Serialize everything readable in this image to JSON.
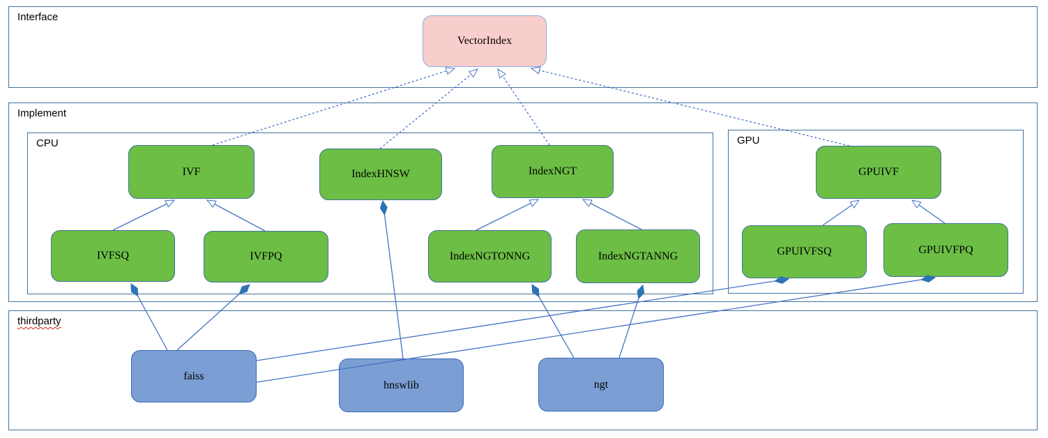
{
  "diagram": {
    "containers": {
      "interface": {
        "label": "Interface"
      },
      "implement": {
        "label": "Implement"
      },
      "cpu": {
        "label": "CPU"
      },
      "gpu": {
        "label": "GPU"
      },
      "thirdparty": {
        "label": "thirdparty"
      }
    },
    "nodes": {
      "vectorindex": {
        "label": "VectorIndex",
        "kind": "interface",
        "container": "interface"
      },
      "ivf": {
        "label": "IVF",
        "kind": "implementation",
        "container": "cpu"
      },
      "indexhnsw": {
        "label": "IndexHNSW",
        "kind": "implementation",
        "container": "cpu"
      },
      "indexngt": {
        "label": "IndexNGT",
        "kind": "implementation",
        "container": "cpu"
      },
      "ivfsq": {
        "label": "IVFSQ",
        "kind": "implementation",
        "container": "cpu"
      },
      "ivfpq": {
        "label": "IVFPQ",
        "kind": "implementation",
        "container": "cpu"
      },
      "indexngtonng": {
        "label": "IndexNGTONNG",
        "kind": "implementation",
        "container": "cpu"
      },
      "indexngtanng": {
        "label": "IndexNGTANNG",
        "kind": "implementation",
        "container": "cpu"
      },
      "gpuivf": {
        "label": "GPUIVF",
        "kind": "implementation",
        "container": "gpu"
      },
      "gpuivfsq": {
        "label": "GPUIVFSQ",
        "kind": "implementation",
        "container": "gpu"
      },
      "gpuivfpq": {
        "label": "GPUIVFPQ",
        "kind": "implementation",
        "container": "gpu"
      },
      "faiss": {
        "label": "faiss",
        "kind": "thirdparty",
        "container": "thirdparty"
      },
      "hnswlib": {
        "label": "hnswlib",
        "kind": "thirdparty",
        "container": "thirdparty"
      },
      "ngt": {
        "label": "ngt",
        "kind": "thirdparty",
        "container": "thirdparty"
      }
    },
    "edges": [
      {
        "from": "IVF",
        "to": "VectorIndex",
        "relation": "realization-dashed-hollow-arrow"
      },
      {
        "from": "IndexHNSW",
        "to": "VectorIndex",
        "relation": "realization-dashed-hollow-arrow"
      },
      {
        "from": "IndexNGT",
        "to": "VectorIndex",
        "relation": "realization-dashed-hollow-arrow"
      },
      {
        "from": "GPUIVF",
        "to": "VectorIndex",
        "relation": "realization-dashed-hollow-arrow"
      },
      {
        "from": "IVFSQ",
        "to": "IVF",
        "relation": "generalization-hollow-arrow"
      },
      {
        "from": "IVFPQ",
        "to": "IVF",
        "relation": "generalization-hollow-arrow"
      },
      {
        "from": "IndexNGTONNG",
        "to": "IndexNGT",
        "relation": "generalization-hollow-arrow"
      },
      {
        "from": "IndexNGTANNG",
        "to": "IndexNGT",
        "relation": "generalization-hollow-arrow"
      },
      {
        "from": "GPUIVFSQ",
        "to": "GPUIVF",
        "relation": "generalization-hollow-arrow"
      },
      {
        "from": "GPUIVFPQ",
        "to": "GPUIVF",
        "relation": "generalization-hollow-arrow"
      },
      {
        "from": "faiss",
        "to": "IVFSQ",
        "relation": "composition-filled-diamond"
      },
      {
        "from": "faiss",
        "to": "IVFPQ",
        "relation": "composition-filled-diamond"
      },
      {
        "from": "faiss",
        "to": "GPUIVFSQ",
        "relation": "composition-filled-diamond"
      },
      {
        "from": "faiss",
        "to": "GPUIVFPQ",
        "relation": "composition-filled-diamond"
      },
      {
        "from": "hnswlib",
        "to": "IndexHNSW",
        "relation": "composition-filled-diamond"
      },
      {
        "from": "ngt",
        "to": "IndexNGTONNG",
        "relation": "composition-filled-diamond"
      },
      {
        "from": "ngt",
        "to": "IndexNGTANNG",
        "relation": "composition-filled-diamond"
      }
    ],
    "colors": {
      "lineColor": "#4472c4",
      "containerBorder": "#41719c",
      "greenFill": "#6cbe45",
      "greenBorder": "#41719c",
      "pinkFill": "#f8cecc",
      "pinkBorder": "#8ea9db",
      "blueFill": "#7b9fd4",
      "blueBorder": "#3a68b2",
      "diamondFill": "#2e74b5",
      "labelColor": "#000000"
    }
  }
}
